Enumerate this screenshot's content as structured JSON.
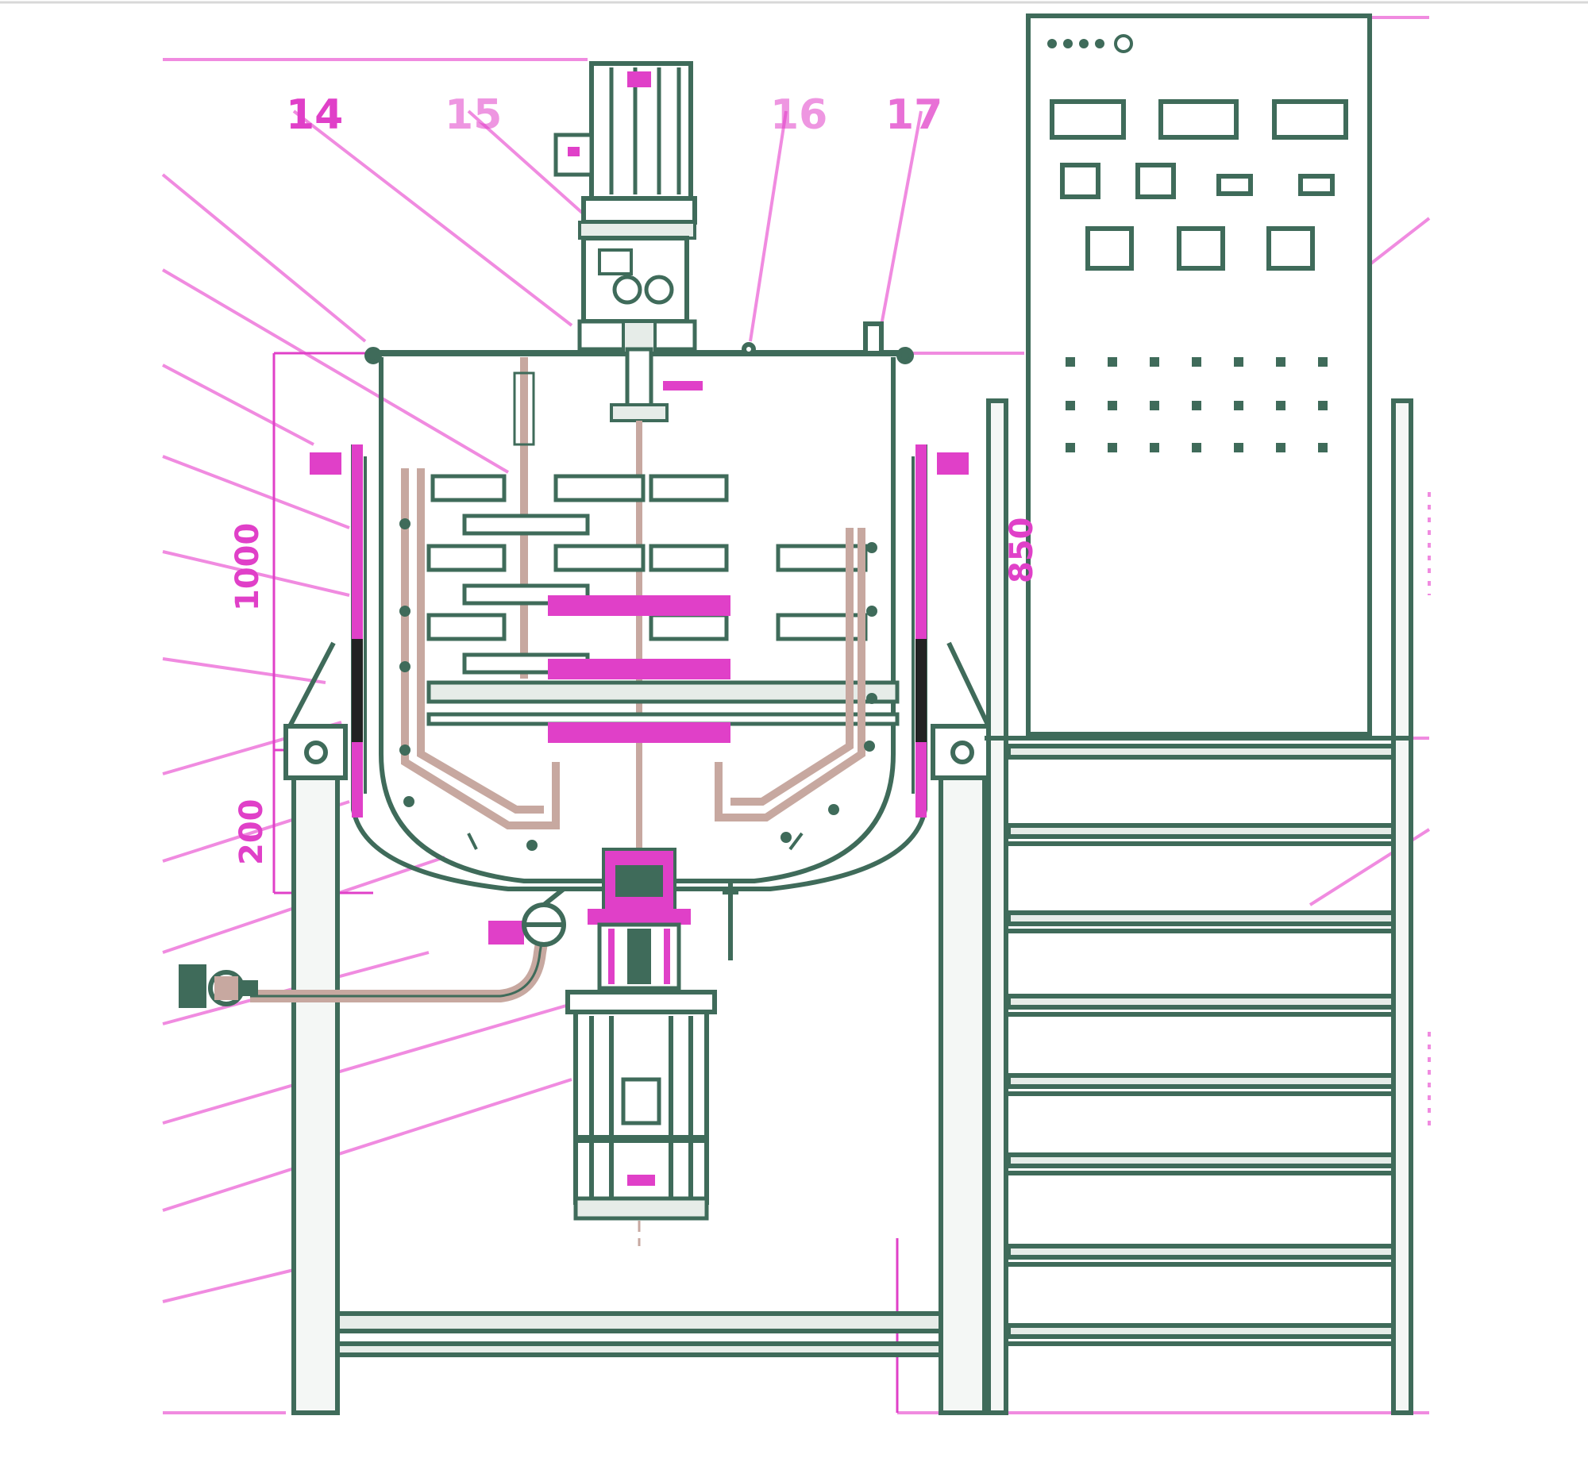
{
  "colors": {
    "line": "#3f6b5a",
    "line_light": "#8fb0a2",
    "accent": "#e040c8",
    "accent_light": "#f08be0",
    "pipe": "#c7a8a0"
  },
  "callouts": {
    "c14": "14",
    "c15": "15",
    "c16": "16",
    "c17": "17"
  },
  "dimensions": {
    "height_main": "1000",
    "height_lower": "200",
    "height_right": "850"
  },
  "icons": {
    "motor_top": "motor-icon",
    "motor_bottom": "motor-icon",
    "control_panel": "control-panel-icon",
    "ladder": "ladder-icon",
    "valve": "valve-icon"
  }
}
